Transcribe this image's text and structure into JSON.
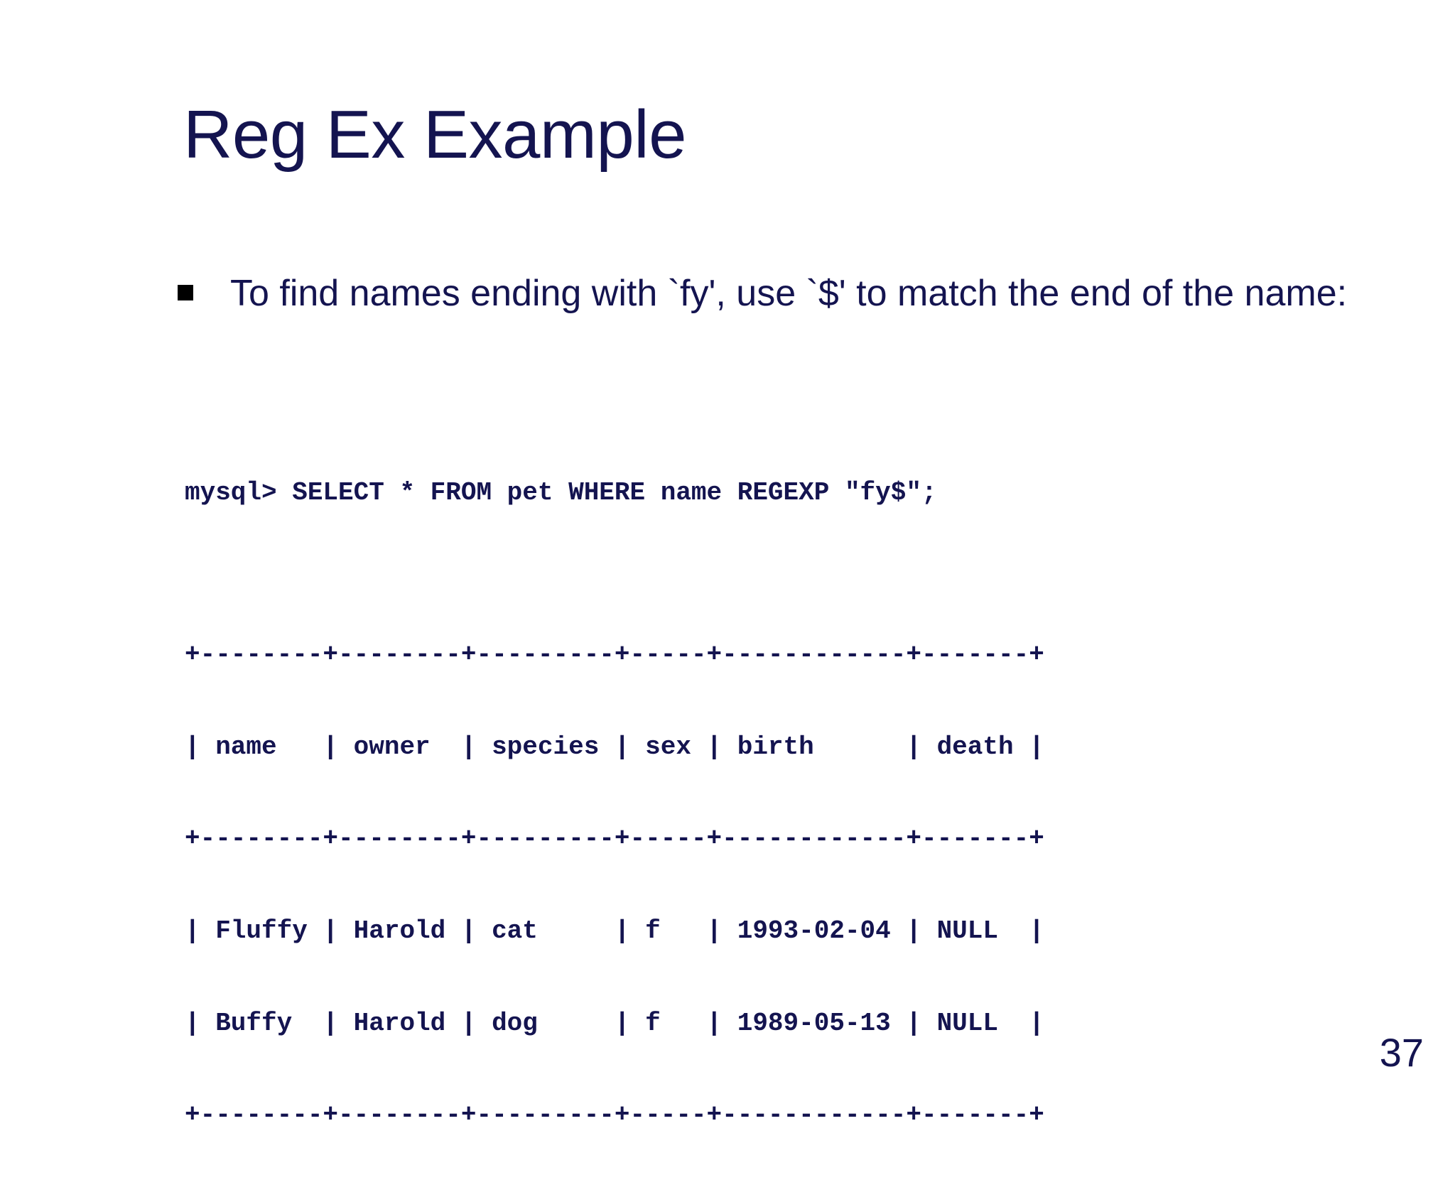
{
  "slide": {
    "title": "Reg Ex Example",
    "page_number": "37",
    "text_color": "#141450",
    "background_color": "#ffffff",
    "bullet_marker_color": "#000000"
  },
  "bullets": [
    {
      "marker": "square-bullet",
      "text": "To find names ending with `fy', use `$' to match the end of the name:"
    }
  ],
  "console": {
    "prompt_line": "mysql> SELECT * FROM pet WHERE name REGEXP \"fy$\";",
    "query": {
      "prompt": "mysql>",
      "statement": "SELECT * FROM pet WHERE name REGEXP \"fy$\";",
      "table": "pet",
      "column": "name",
      "operator": "REGEXP",
      "pattern": "fy$"
    },
    "separator": "+--------+--------+---------+-----+------------+-------+",
    "header_row": "| name   | owner  | species | sex | birth      | death |",
    "data_rows": [
      "| Fluffy | Harold | cat     | f   | 1993-02-04 | NULL  |",
      "| Buffy  | Harold | dog     | f   | 1989-05-13 | NULL  |"
    ],
    "columns": [
      "name",
      "owner",
      "species",
      "sex",
      "birth",
      "death"
    ],
    "rows": [
      {
        "name": "Fluffy",
        "owner": "Harold",
        "species": "cat",
        "sex": "f",
        "birth": "1993-02-04",
        "death": "NULL"
      },
      {
        "name": "Buffy",
        "owner": "Harold",
        "species": "dog",
        "sex": "f",
        "birth": "1989-05-13",
        "death": "NULL"
      }
    ]
  }
}
